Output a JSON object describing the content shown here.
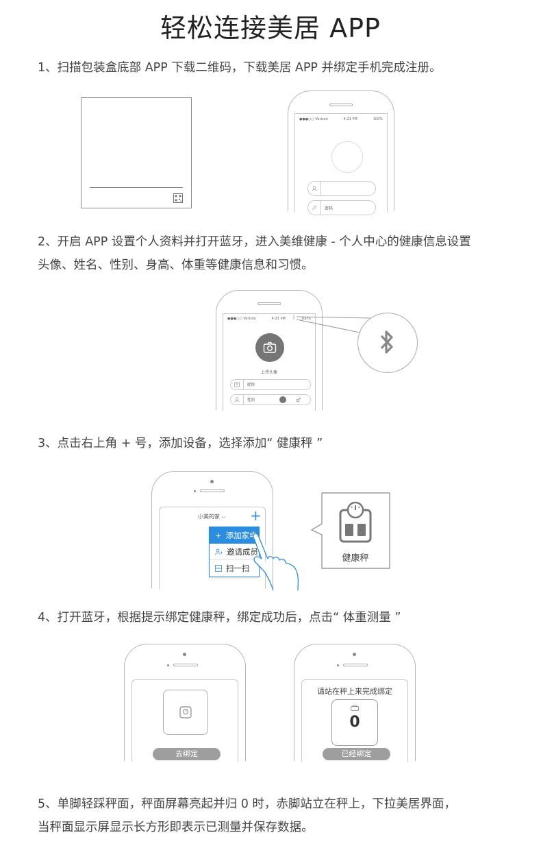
{
  "title": "轻松连接美居 APP",
  "steps": [
    "1、扫描包装盒底部 APP 下载二维码，下载美居 APP 并绑定手机完成注册。",
    "2、开启 APP 设置个人资料并打开蓝牙，进入美维健康 - 个人中心的健康信息设置",
    "头像、姓名、性别、身高、体重等健康信息和习惯。",
    "3、点击右上角 + 号，添加设备，选择添加“ 健康秤 ”",
    "4、打开蓝牙，根据提示绑定健康秤，绑定成功后，点击“ 体重测量 ”",
    "5、单脚轻踩秤面，秤面屏幕亮起并归 0 时，赤脚站立在秤上，下拉美居界面，",
    "当秤面显示屏显示长方形即表示已测量并保存数据。"
  ],
  "status": {
    "carrier": "●●●○○ Verizon",
    "time": "4:21 PM",
    "battery": "100%"
  },
  "phone1": {
    "password_label": "密码"
  },
  "phone2": {
    "upload_label": "上传头像",
    "nickname_label": "昵称",
    "gender_label": "性别"
  },
  "phone3": {
    "home_label": "小美的家",
    "menu": [
      "添加家电",
      "邀请成员",
      "扫一扫"
    ],
    "device_label": "健康秤"
  },
  "phone4": {
    "bind_button": "去绑定"
  },
  "phone5": {
    "prompt": "请站在秤上来完成绑定",
    "reading": "0",
    "bound_button": "已经绑定"
  },
  "colors": {
    "accent": "#2a8de0",
    "gray_button": "#9e9e9e"
  }
}
